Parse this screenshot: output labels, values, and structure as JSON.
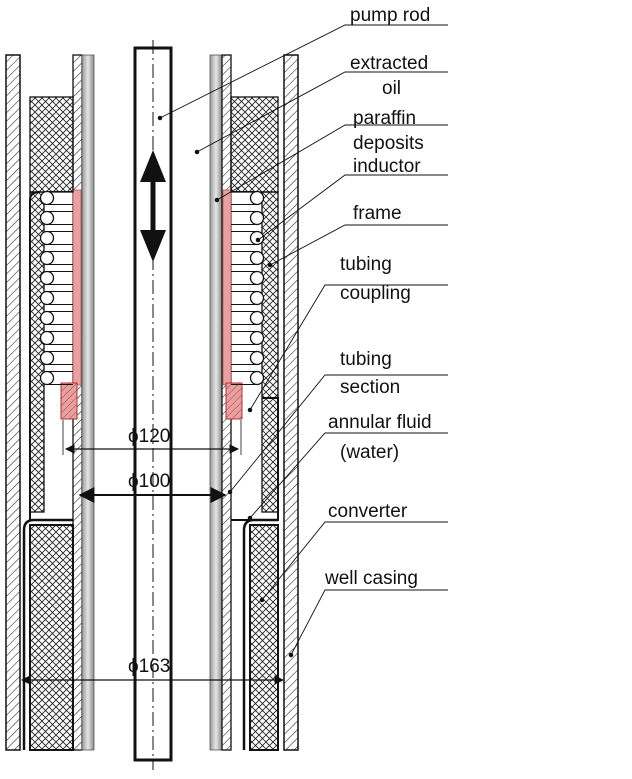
{
  "labels": {
    "pump_rod": "pump rod",
    "extracted_oil_1": "extracted",
    "extracted_oil_2": "oil",
    "paraffin_1": "paraffin",
    "paraffin_2": "deposits",
    "inductor": "inductor",
    "frame": "frame",
    "tubing_coupling_1": "tubing",
    "tubing_coupling_2": "coupling",
    "tubing_section_1": "tubing",
    "tubing_section_2": "section",
    "annular_fluid_1": "annular fluid",
    "annular_fluid_2": "(water)",
    "converter": "converter",
    "well_casing": "well casing"
  },
  "dimensions": {
    "d120": "ϕ120",
    "d100": "ϕ100",
    "d163": "ϕ163"
  },
  "colors": {
    "paraffin": "#e8a0a0",
    "outline": "#111111"
  }
}
